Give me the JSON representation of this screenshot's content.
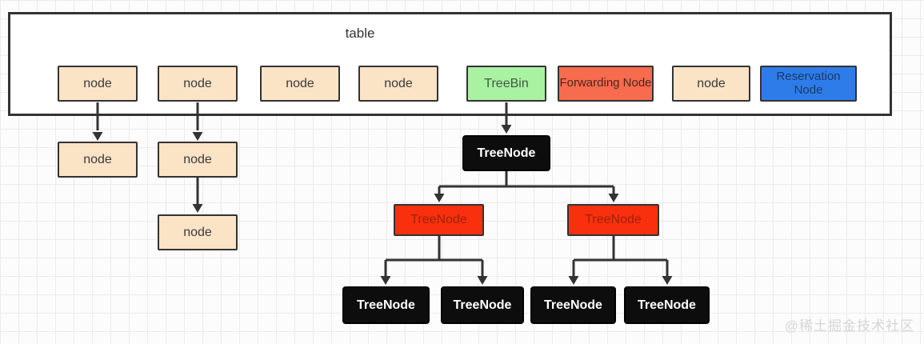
{
  "palette": {
    "node_fill": "#fbe3c6",
    "treebin_fill": "#a8f2a2",
    "forwarding_fill": "#f76b4e",
    "reservation_fill": "#2e7ce9",
    "treenode_red_fill": "#f9300e",
    "treenode_black_fill": "#0d0d0d",
    "border_color": "#333333",
    "arrow_color": "#333333",
    "grid_line_color": "#ebebeb",
    "watermark_color": "#d6d6d6"
  },
  "table": {
    "label": "table",
    "cells": [
      {
        "label": "node",
        "type": "node"
      },
      {
        "label": "node",
        "type": "node"
      },
      {
        "label": "node",
        "type": "node"
      },
      {
        "label": "node",
        "type": "node"
      },
      {
        "label": "TreeBin",
        "type": "treebin"
      },
      {
        "label": "Forwarding Node",
        "type": "forwarding"
      },
      {
        "label": "node",
        "type": "node"
      },
      {
        "label": "Reservation Node",
        "type": "reservation"
      }
    ]
  },
  "chains": {
    "a": [
      {
        "label": "node"
      }
    ],
    "b": [
      {
        "label": "node"
      },
      {
        "label": "node"
      }
    ]
  },
  "tree": {
    "root": {
      "label": "TreeNode"
    },
    "branches": [
      {
        "label": "TreeNode"
      },
      {
        "label": "TreeNode"
      }
    ],
    "leaves": [
      {
        "label": "TreeNode"
      },
      {
        "label": "TreeNode"
      },
      {
        "label": "TreeNode"
      },
      {
        "label": "TreeNode"
      }
    ]
  },
  "watermark": {
    "text": "@稀土掘金技术社区"
  }
}
